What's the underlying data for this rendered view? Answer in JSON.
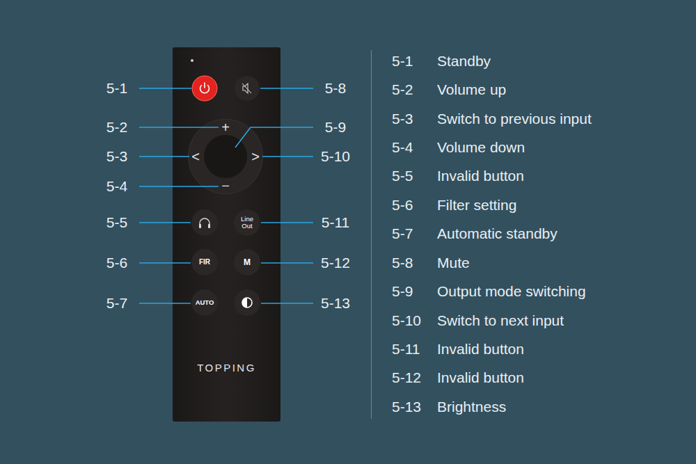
{
  "diagram": {
    "nodes": [
      {
        "text": [
          "TOPPING"
        ]
      },
      {
        "text": [
          "+",
          "<",
          ">",
          "−"
        ],
        "in": 0
      },
      {
        "text": [
          "Line Out"
        ],
        "in": 0
      },
      {
        "text": [
          "FIR"
        ],
        "in": 0
      },
      {
        "text": [
          "M"
        ],
        "in": 0
      },
      {
        "text": [
          "AUTO"
        ],
        "in": 0
      }
    ],
    "labels": [
      "5-1",
      "5-2",
      "5-3",
      "5-4",
      "5-5",
      "5-6",
      "5-7",
      "5-8",
      "5-9",
      "5-10",
      "5-11",
      "5-12",
      "5-13",
      "5-1",
      "Standby",
      "5-2",
      "Volume up",
      "5-3",
      "Switch to previous input",
      "5-4",
      "Volume down",
      "5-5",
      "Invalid button",
      "5-6",
      "Filter setting",
      "5-7",
      "Automatic standby",
      "5-8",
      "Mute",
      "5-9",
      "Output mode switching",
      "5-10",
      "Switch to next input",
      "5-11",
      "Invalid button",
      "5-12",
      "Invalid button",
      "5-13",
      "Brightness"
    ]
  }
}
